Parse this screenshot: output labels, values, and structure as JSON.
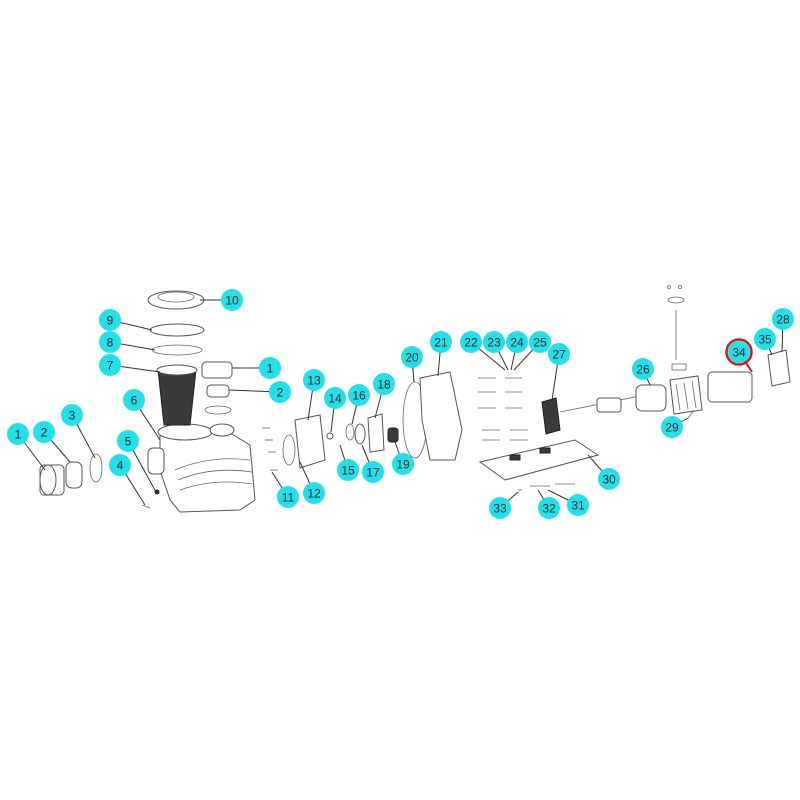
{
  "diagram": {
    "callouts": [
      "1",
      "2",
      "3",
      "4",
      "5",
      "6",
      "7",
      "8",
      "9",
      "10",
      "1",
      "2",
      "11",
      "12",
      "13",
      "14",
      "15",
      "16",
      "17",
      "18",
      "19",
      "20",
      "21",
      "22",
      "23",
      "24",
      "25",
      "26",
      "27",
      "28",
      "29",
      "30",
      "31",
      "32",
      "33",
      "34",
      "35"
    ],
    "highlighted": "34",
    "colors": {
      "badge": "#22e0ea",
      "highlight": "#c81e1e"
    }
  }
}
